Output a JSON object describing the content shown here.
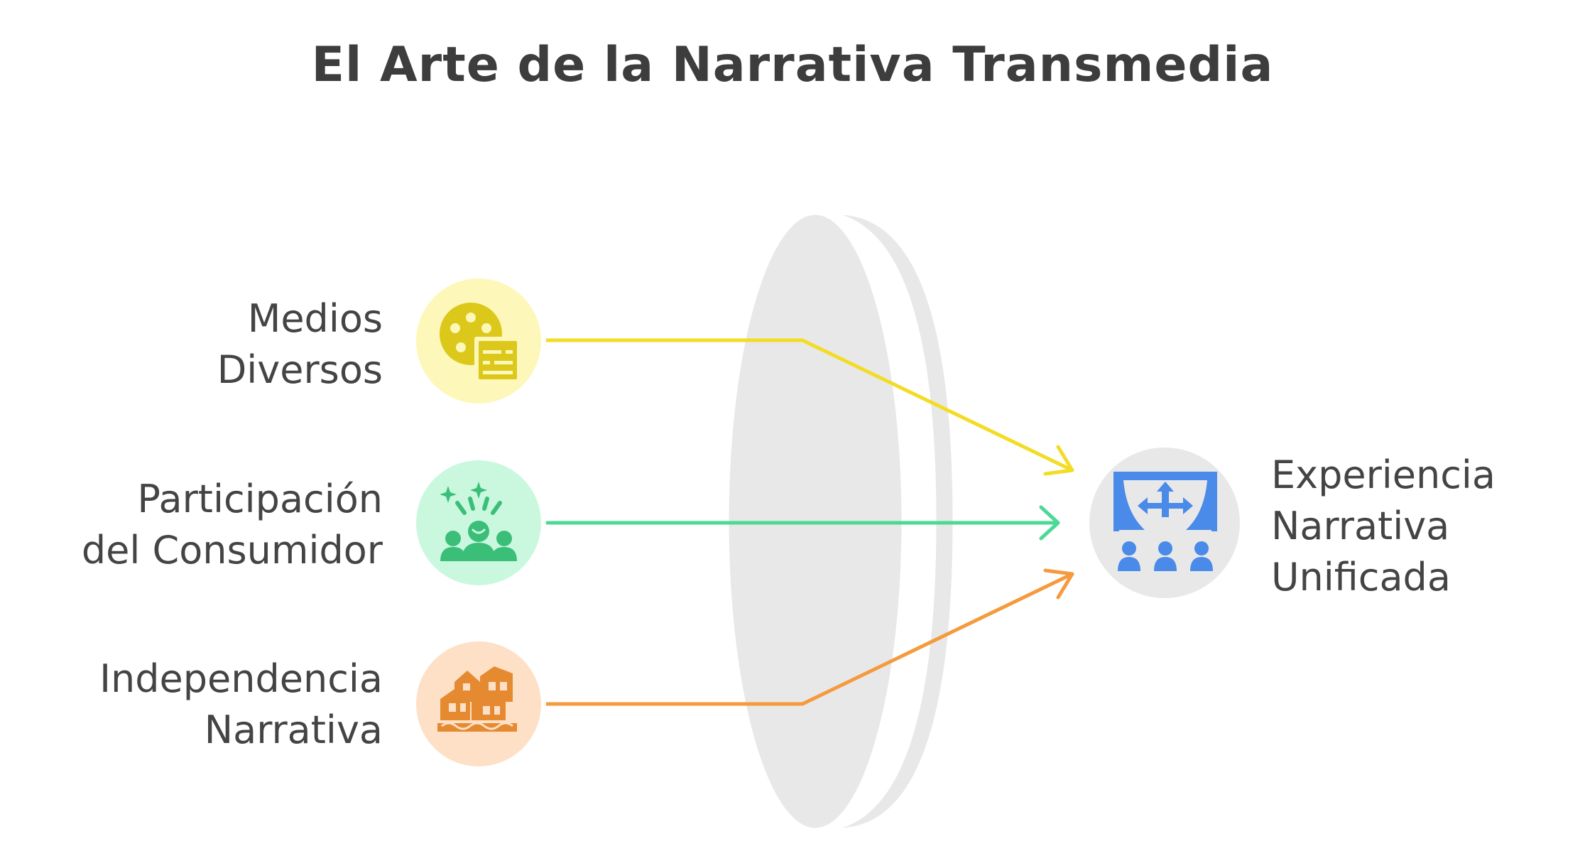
{
  "title": "El Arte de la Narrativa Transmedia",
  "inputs": [
    {
      "id": "medios",
      "lines": [
        "Medios",
        "Diversos"
      ],
      "icon": "film-reel-icon",
      "color": "#f3dc23",
      "icon_color": "#dcc81a",
      "bg": "#fdf7b9"
    },
    {
      "id": "participacion",
      "lines": [
        "Participación",
        "del Consumidor"
      ],
      "icon": "audience-celebration-icon",
      "color": "#4cd995",
      "icon_color": "#3bbf78",
      "bg": "#c9f8df"
    },
    {
      "id": "independencia",
      "lines": [
        "Independencia",
        "Narrativa"
      ],
      "icon": "houses-icon",
      "color": "#f59a3d",
      "icon_color": "#e68a32",
      "bg": "#fde0c6"
    }
  ],
  "output": {
    "lines": [
      "Experiencia",
      "Narrativa",
      "Unificada"
    ],
    "icon": "theater-stage-icon",
    "color": "#4a8ae8",
    "bg": "#e8e8e8"
  },
  "lens_color": "#e8e8e8"
}
